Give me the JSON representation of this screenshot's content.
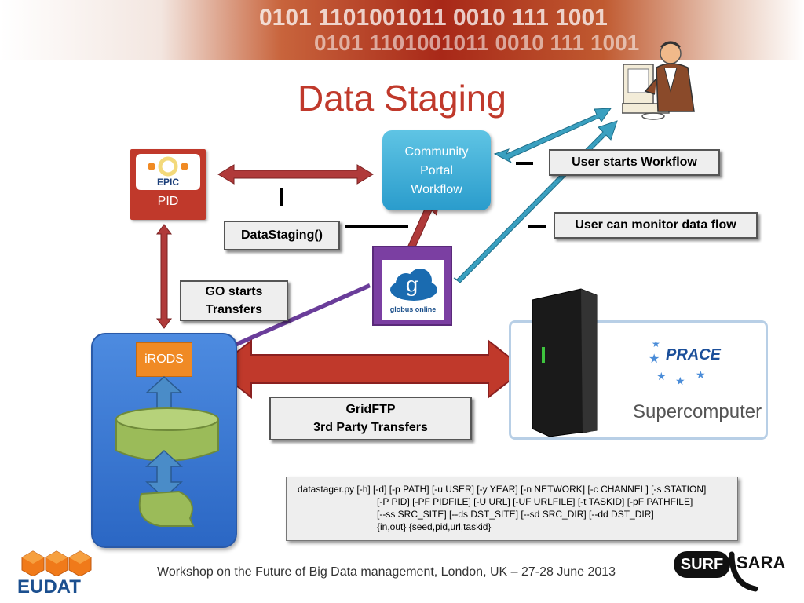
{
  "slide": {
    "title": "Data Staging",
    "footer": "Workshop on the Future of Big Data management, London, UK – 27-28 June 2013",
    "banner_text": "0101 1101001011 0010 111 1001"
  },
  "nodes": {
    "portal_lines": [
      "Community",
      "Portal",
      "Workflow"
    ],
    "pid_label": "PID",
    "epic_label": "EPIC",
    "globus_label": "globus online",
    "globus_glyph": "g",
    "irods_label": "iRODS",
    "prace_label": "PRACE",
    "supercomputer_label": "Supercomputer"
  },
  "callouts": {
    "user_starts": "User starts Workflow",
    "user_monitor": "User can monitor data flow",
    "datastaging": "DataStaging()",
    "go_starts_1": "GO starts",
    "go_starts_2": "Transfers",
    "gridftp_1": "GridFTP",
    "gridftp_2": "3rd Party Transfers"
  },
  "command": {
    "lines": [
      "datastager.py [-h] [-d] [-p PATH] [-u USER] [-y YEAR] [-n NETWORK] [-c CHANNEL] [-s STATION]",
      "[-P PID] [-PF PIDFILE] [-U URL] [-UF URLFILE] [-t TASKID] [-pF PATHFILE]",
      "[--ss SRC_SITE] [--ds DST_SITE] [--sd SRC_DIR] [--dd DST_DIR]",
      "{in,out} {seed,pid,url,taskid}"
    ]
  },
  "logos": {
    "eudat": "EUDAT",
    "surf": "SURF",
    "sara": "SARA"
  },
  "colors": {
    "title": "#c0392b",
    "portal": "#2a9ccc",
    "pid": "#c0392b",
    "globus": "#7b3fa2",
    "irods_panel": "#2b67c4",
    "irods_label": "#f08a24",
    "arrow_red": "#b03a3a",
    "arrow_teal": "#3aa0c0",
    "arrow_purple": "#6a3d9a",
    "arrow_blue": "#4a8cc8",
    "green_shape": "#9bbb59"
  }
}
